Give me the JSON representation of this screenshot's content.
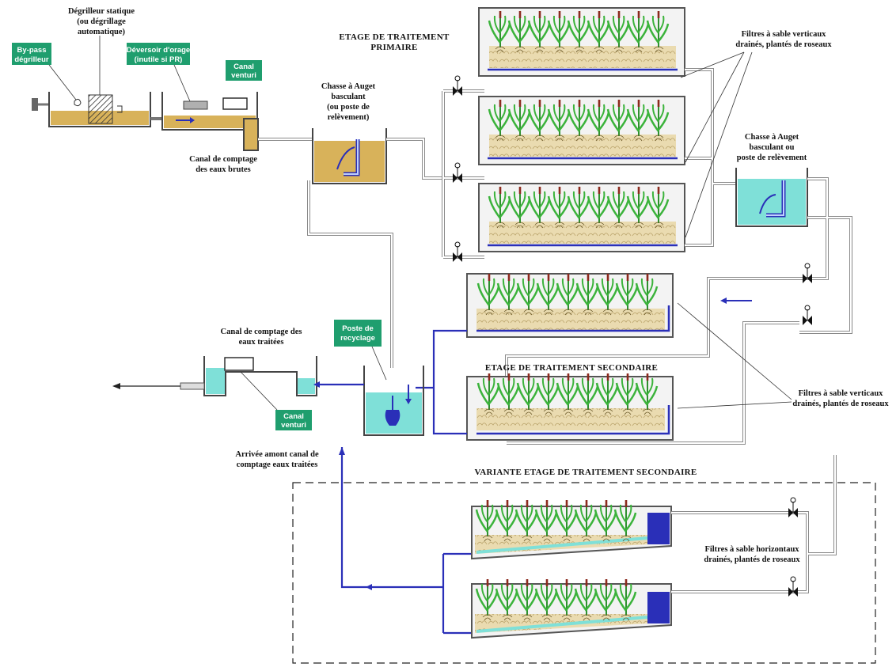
{
  "labels": {
    "degrilleur_statique": [
      "Dégrilleur statique",
      "(ou dégrillage",
      "automatique)"
    ],
    "by_pass": [
      "By-pass",
      "dégrilleur"
    ],
    "deversoir": [
      "Déversoir d'orage",
      "(inutile si PR)"
    ],
    "canal_venturi_top": [
      "Canal",
      "venturi"
    ],
    "canal_comptage_brutes": [
      "Canal de comptage",
      "des eaux brutes"
    ],
    "chasse_auget_1": [
      "Chasse à Auget",
      "basculant",
      "(ou poste de",
      "relèvement)"
    ],
    "etage_primaire": [
      "ETAGE DE TRAITEMENT",
      "PRIMAIRE"
    ],
    "filtres_verticaux_1": [
      "Filtres à sable verticaux",
      "drainés, plantés de roseaux"
    ],
    "chasse_auget_2": [
      "Chasse à Auget",
      "basculant ou",
      "poste de relèvement"
    ],
    "canal_comptage_traitees": [
      "Canal de comptage des",
      "eaux traitées"
    ],
    "poste_recyclage": [
      "Poste de",
      "recyclage"
    ],
    "etage_secondaire": "ETAGE DE TRAITEMENT SECONDAIRE",
    "filtres_verticaux_2": [
      "Filtres à sable verticaux",
      "drainés, plantés de roseaux"
    ],
    "canal_venturi_bottom": [
      "Canal",
      "venturi"
    ],
    "arrivee_amont": [
      "Arrivée amont  canal de",
      "comptage eaux traitées"
    ],
    "variante": "VARIANTE ETAGE DE TRAITEMENT SECONDAIRE",
    "filtres_horizontaux": [
      "Filtres à sable horizontaux",
      "drainés, plantés de roseaux"
    ]
  },
  "colors": {
    "label_green": "#1f9e6e",
    "water_raw": "#d8b25a",
    "water_clean": "#7fe0d8",
    "flow_blue": "#2a2fb8",
    "plant_green": "#3bb33b",
    "sand": "#eadbb0",
    "pipe_grey": "#8a8a8a"
  },
  "icons": [
    "valve-icon",
    "pump-icon",
    "flow-arrow-icon",
    "reed-plant-icon",
    "screen-grid-icon"
  ]
}
